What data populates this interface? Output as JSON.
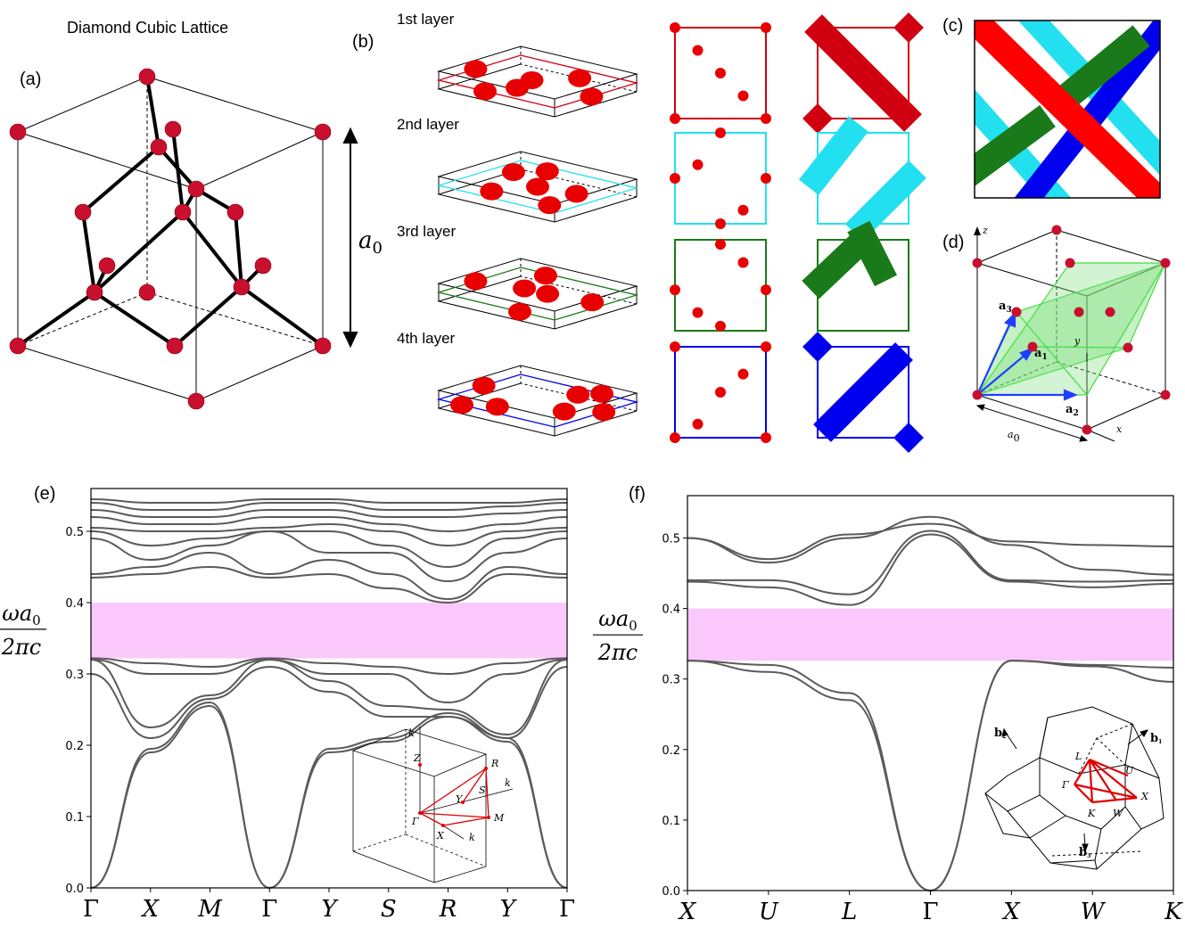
{
  "figure": {
    "title_a": "Diamond Cubic Lattice",
    "labels": {
      "a": "(a)",
      "b": "(b)",
      "c": "(c)",
      "d": "(d)",
      "e": "(e)",
      "f": "(f)"
    },
    "lattice_constant_label": "a0",
    "layers": [
      "1st layer",
      "2nd layer",
      "3rd layer",
      "4th layer"
    ],
    "layer_colors": [
      "#d00010",
      "#22e0f0",
      "#1a7a1a",
      "#0000ee"
    ],
    "atom_color": "#e00000",
    "gap_color": "#fbc8fb",
    "primitive_vectors": [
      "a1",
      "a2",
      "a3"
    ],
    "axes_d": [
      "x",
      "y",
      "z"
    ]
  },
  "chart_data": [
    {
      "id": "e",
      "type": "line",
      "title": "",
      "ylabel": "ωa0 / 2πc",
      "xticks": [
        "Γ",
        "X",
        "M",
        "Γ",
        "Y",
        "S",
        "R",
        "Y",
        "Γ"
      ],
      "yticks": [
        "0.0",
        "0.1",
        "0.2",
        "0.3",
        "0.4",
        "0.5"
      ],
      "ylim": [
        0,
        0.56
      ],
      "band_gap": [
        0.322,
        0.4
      ],
      "series": [
        {
          "values": [
            0.0,
            0.19,
            0.255,
            0.0,
            0.19,
            0.205,
            0.24,
            0.205,
            0.0
          ]
        },
        {
          "values": [
            0.0,
            0.195,
            0.26,
            0.0,
            0.195,
            0.21,
            0.245,
            0.21,
            0.0
          ]
        },
        {
          "values": [
            0.3,
            0.21,
            0.265,
            0.31,
            0.275,
            0.24,
            0.24,
            0.21,
            0.31
          ]
        },
        {
          "values": [
            0.32,
            0.225,
            0.27,
            0.32,
            0.29,
            0.255,
            0.25,
            0.215,
            0.32
          ]
        },
        {
          "values": [
            0.32,
            0.3,
            0.3,
            0.32,
            0.3,
            0.3,
            0.26,
            0.3,
            0.32
          ]
        },
        {
          "values": [
            0.322,
            0.315,
            0.31,
            0.322,
            0.315,
            0.31,
            0.3,
            0.315,
            0.322
          ]
        },
        {
          "values": [
            0.435,
            0.44,
            0.45,
            0.435,
            0.44,
            0.42,
            0.4,
            0.44,
            0.435
          ]
        },
        {
          "values": [
            0.44,
            0.45,
            0.47,
            0.44,
            0.46,
            0.44,
            0.405,
            0.45,
            0.44
          ]
        },
        {
          "values": [
            0.49,
            0.46,
            0.48,
            0.5,
            0.47,
            0.47,
            0.43,
            0.47,
            0.49
          ]
        },
        {
          "values": [
            0.5,
            0.48,
            0.49,
            0.5,
            0.5,
            0.48,
            0.45,
            0.49,
            0.5
          ]
        },
        {
          "values": [
            0.505,
            0.5,
            0.5,
            0.505,
            0.51,
            0.5,
            0.48,
            0.5,
            0.505
          ]
        },
        {
          "values": [
            0.52,
            0.51,
            0.51,
            0.52,
            0.52,
            0.51,
            0.5,
            0.51,
            0.52
          ]
        },
        {
          "values": [
            0.53,
            0.52,
            0.52,
            0.53,
            0.53,
            0.52,
            0.52,
            0.525,
            0.53
          ]
        },
        {
          "values": [
            0.54,
            0.53,
            0.53,
            0.54,
            0.54,
            0.53,
            0.53,
            0.535,
            0.54
          ]
        },
        {
          "values": [
            0.545,
            0.54,
            0.54,
            0.545,
            0.545,
            0.54,
            0.54,
            0.54,
            0.545
          ]
        }
      ]
    },
    {
      "id": "f",
      "type": "line",
      "title": "",
      "ylabel": "ωa0 / 2πc",
      "xticks": [
        "X",
        "U",
        "L",
        "Γ",
        "X",
        "W",
        "K"
      ],
      "yticks": [
        "0.0",
        "0.1",
        "0.2",
        "0.3",
        "0.4",
        "0.5"
      ],
      "ylim": [
        0,
        0.56
      ],
      "band_gap": [
        0.326,
        0.4
      ],
      "series": [
        {
          "values": [
            0.326,
            0.31,
            0.27,
            0.0,
            0.326,
            0.32,
            0.316
          ]
        },
        {
          "values": [
            0.326,
            0.32,
            0.28,
            0.0,
            0.326,
            0.318,
            0.296
          ]
        },
        {
          "values": [
            0.438,
            0.43,
            0.405,
            0.505,
            0.438,
            0.43,
            0.435
          ]
        },
        {
          "values": [
            0.44,
            0.44,
            0.42,
            0.51,
            0.44,
            0.438,
            0.44
          ]
        },
        {
          "values": [
            0.5,
            0.465,
            0.5,
            0.53,
            0.49,
            0.455,
            0.448
          ]
        },
        {
          "values": [
            0.5,
            0.47,
            0.505,
            0.52,
            0.495,
            0.49,
            0.488
          ]
        }
      ]
    }
  ]
}
